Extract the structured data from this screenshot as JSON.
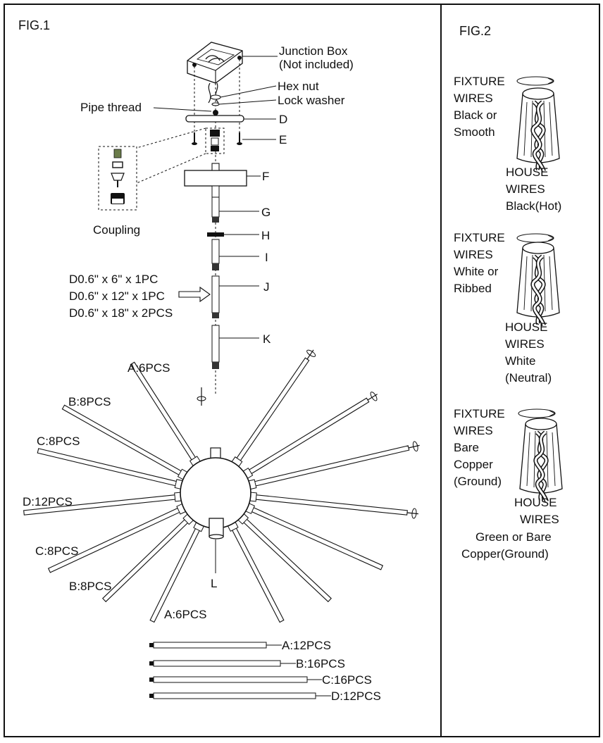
{
  "fig1": {
    "title": "FIG.1",
    "parts": {
      "junction_box": [
        "Junction Box",
        "(Not included)"
      ],
      "hex_nut": "Hex nut",
      "lock_washer": "Lock washer",
      "pipe_thread": "Pipe thread",
      "d": "D",
      "e": "E",
      "f": "F",
      "g": "G",
      "h": "H",
      "i": "I",
      "j": "J",
      "k": "K",
      "l": "L",
      "coupling": "Coupling"
    },
    "rods_spec": [
      "D0.6\" x 6\" x 1PC",
      "D0.6\" x 12\" x 1PC",
      "D0.6\" x 18\" x 2PCS"
    ],
    "arm_labels": {
      "a_top": "A:6PCS",
      "b_top": "B:8PCS",
      "c_top": "C:8PCS",
      "d_mid": "D:12PCS",
      "c_bottom": "C:8PCS",
      "b_bottom": "B:8PCS",
      "a_bottom": "A:6PCS"
    },
    "tube_totals": [
      "A:12PCS",
      "B:16PCS",
      "C:16PCS",
      "D:12PCS"
    ]
  },
  "fig2": {
    "title": "FIG.2",
    "panels": [
      {
        "fixture": [
          "FIXTURE",
          "WIRES",
          "Black or",
          "Smooth"
        ],
        "house": [
          "HOUSE",
          "WIRES",
          "Black(Hot)"
        ]
      },
      {
        "fixture": [
          "FIXTURE",
          "WIRES",
          "White or",
          "Ribbed"
        ],
        "house": [
          "HOUSE",
          "WIRES",
          "White",
          "(Neutral)"
        ]
      },
      {
        "fixture": [
          "FIXTURE",
          "WIRES",
          "Bare",
          "Copper",
          "(Ground)"
        ],
        "house": [
          "HOUSE",
          "WIRES",
          "Green or Bare",
          "Copper(Ground)"
        ]
      }
    ]
  }
}
